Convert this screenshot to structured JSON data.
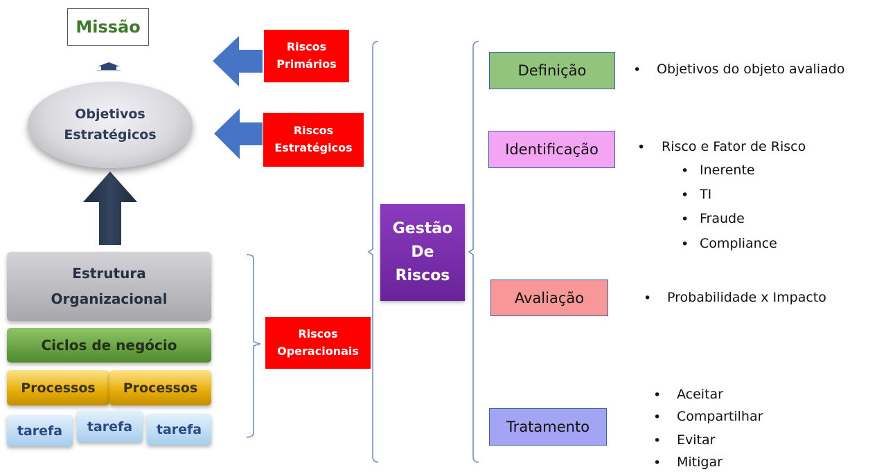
{
  "pyramid": {
    "mission": "Missão",
    "objectives": [
      "Objetivos",
      "Estratégicos"
    ],
    "structure": [
      "Estrutura",
      "Organizacional"
    ],
    "cycles": "Ciclos de negócio",
    "processes": [
      "Processos",
      "Processos"
    ],
    "tasks": [
      "tarefa",
      "tarefa",
      "tarefa"
    ]
  },
  "risks": {
    "primary": [
      "Riscos",
      "Primários"
    ],
    "strategic": [
      "Riscos",
      "Estratégicos"
    ],
    "operational": [
      "Riscos",
      "Operacionais"
    ]
  },
  "center": [
    "Gestão",
    "De",
    "Riscos"
  ],
  "steps": [
    {
      "label": "Definição",
      "color": "#93c47d",
      "bullets": [
        "Objetivos do objeto avaliado"
      ]
    },
    {
      "label": "Identificação",
      "color": "#f3a5f3",
      "bullets": [
        "Risco e Fator de Risco"
      ],
      "sub_bullets": [
        "Inerente",
        "TI",
        "Fraude",
        "Compliance"
      ]
    },
    {
      "label": "Avaliação",
      "color": "#f79797",
      "bullets": [
        "Probabilidade x Impacto"
      ]
    },
    {
      "label": "Tratamento",
      "color": "#a4a4f5",
      "bullets": [
        "Aceitar",
        "Compartilhar",
        "Evitar",
        "Mitigar"
      ]
    }
  ],
  "bullet_char": "•"
}
